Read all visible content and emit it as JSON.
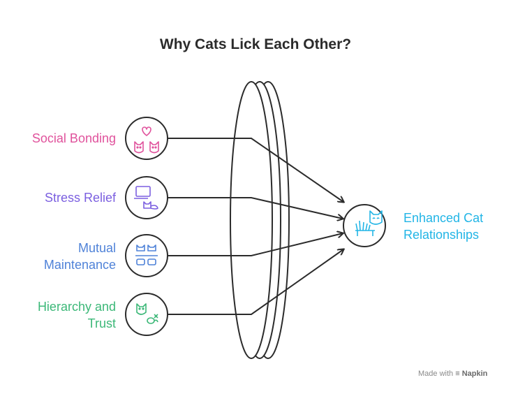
{
  "title": "Why Cats Lick Each Other?",
  "inputs": [
    {
      "line1": "Social Bonding",
      "line2": "",
      "color": "#e0529c",
      "icon": "hearts-cats-icon"
    },
    {
      "line1": "Stress Relief",
      "line2": "",
      "color": "#7b5fe0",
      "icon": "laptop-cat-icon"
    },
    {
      "line1": "Mutual",
      "line2": "Maintenance",
      "color": "#4f82d8",
      "icon": "grooming-tools-icon"
    },
    {
      "line1": "Hierarchy and",
      "line2": "Trust",
      "color": "#3cb878",
      "icon": "cat-mouse-icon"
    }
  ],
  "output": {
    "line1": "Enhanced Cat",
    "line2": "Relationships",
    "color": "#22b5e6",
    "icon": "cat-grooming-icon"
  },
  "branding": {
    "prefix": "Made with",
    "name": "Napkin"
  },
  "colors": {
    "stroke": "#2b2b2b",
    "lens_fill": "#ffffff"
  }
}
